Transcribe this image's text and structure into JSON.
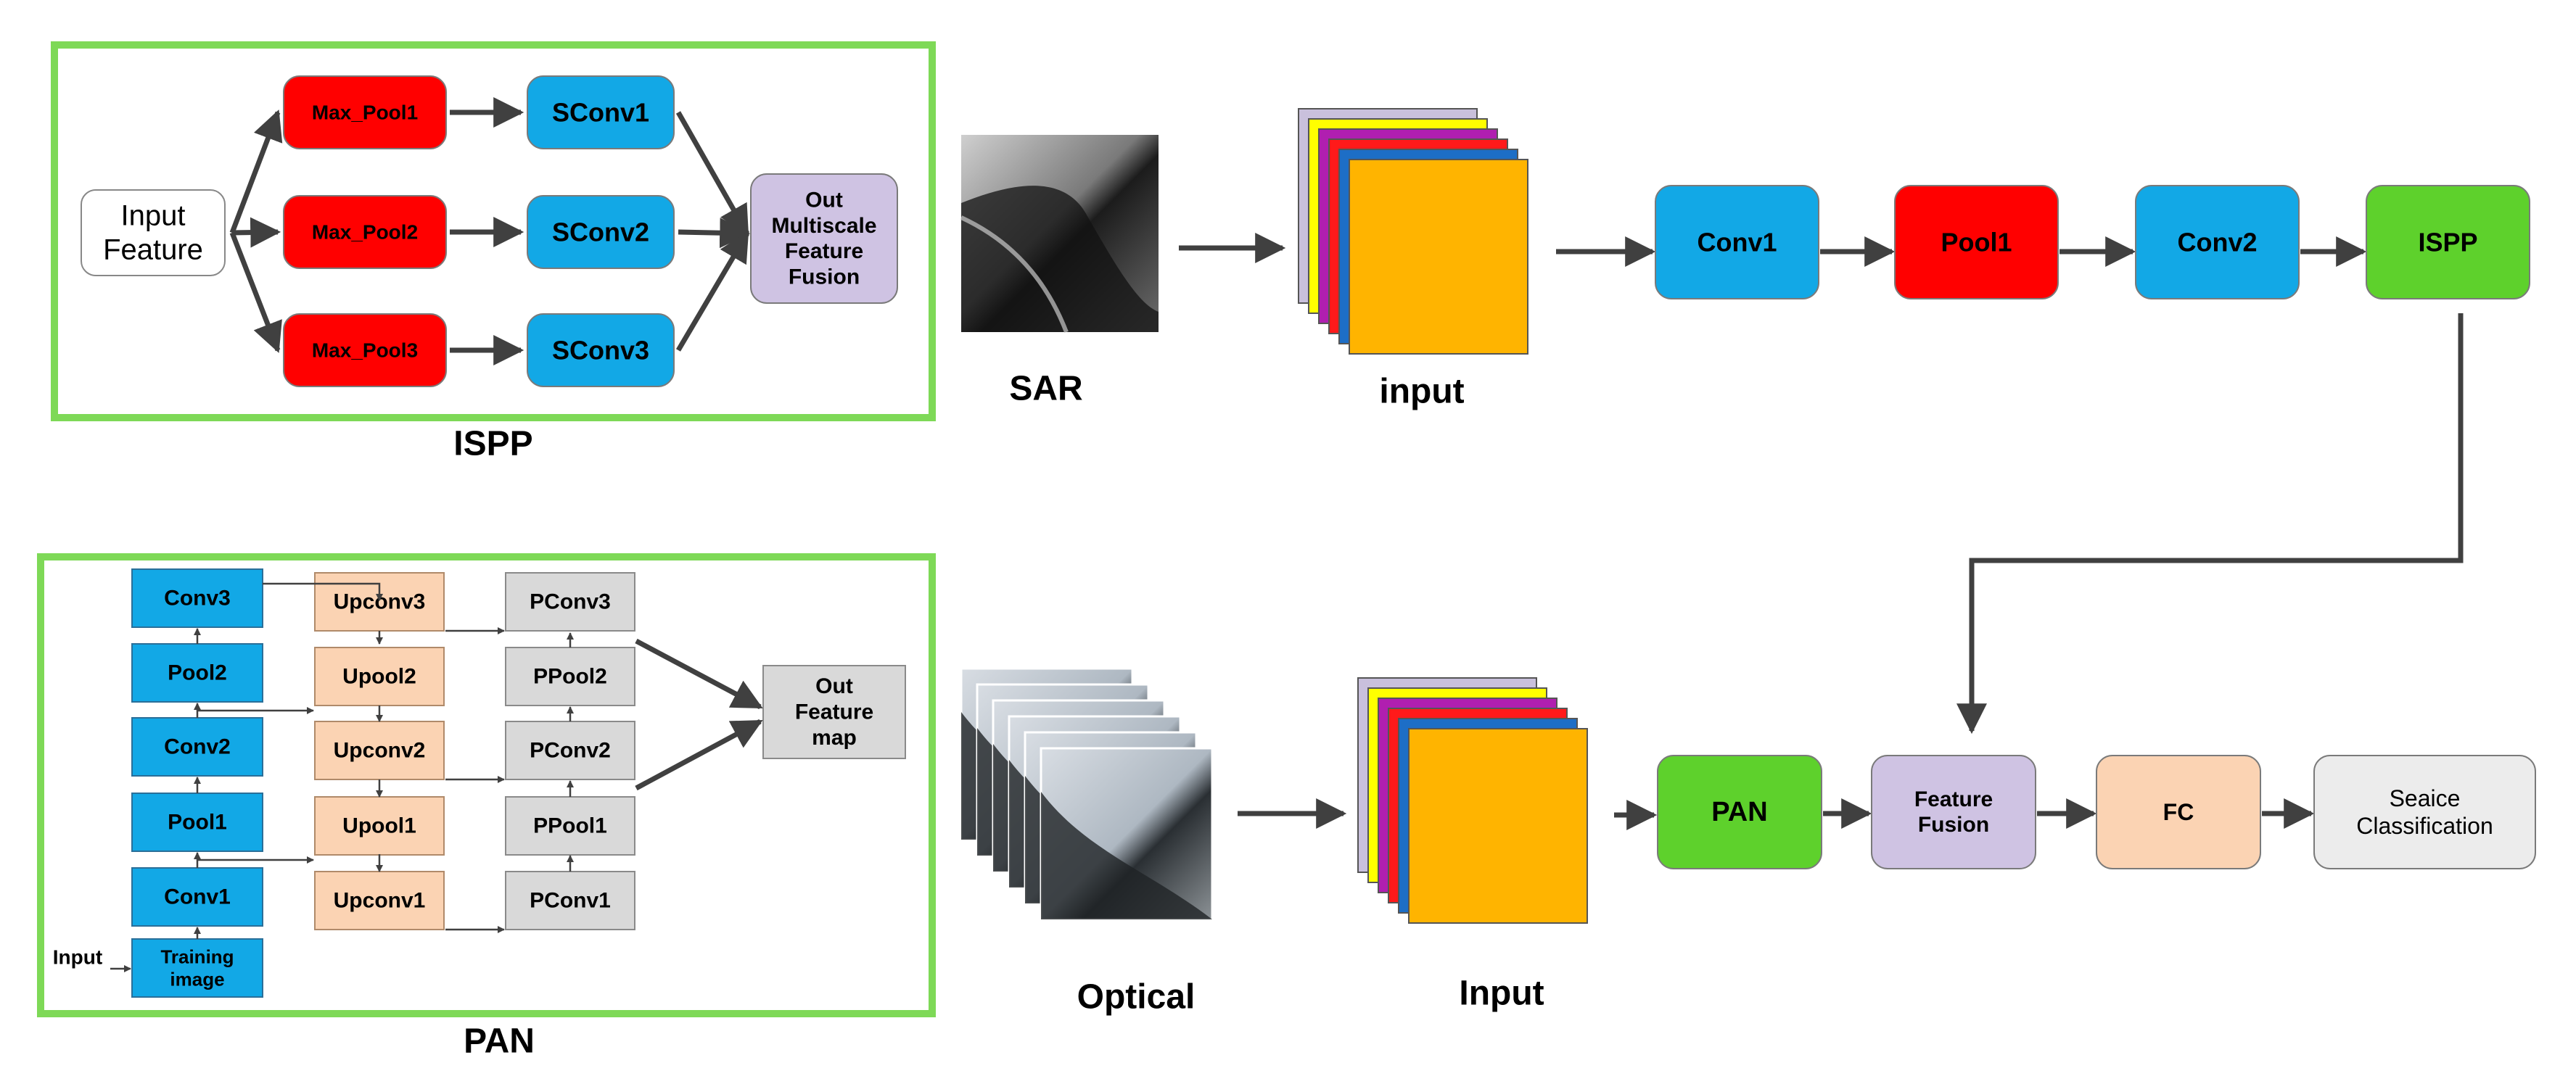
{
  "colors": {
    "frame_green": "#7ed957",
    "pool_red": "#ff0000",
    "conv_blue": "#12a8e6",
    "lavender": "#cfc3e3",
    "peach": "#fbd3b3",
    "gray": "#d9d9d9",
    "green": "#5ed12c",
    "light": "#ececec",
    "arrow": "#404040",
    "stack": [
      "#c9c0dc",
      "#ffff00",
      "#b01fb0",
      "#ff1a1a",
      "#1d6ec6",
      "#ffb400"
    ]
  },
  "ispp_panel": {
    "caption": "ISPP",
    "input_feature": [
      "Input",
      "Feature"
    ],
    "max_pools": [
      "Max_Pool1",
      "Max_Pool2",
      "Max_Pool3"
    ],
    "sconvs": [
      "SConv1",
      "SConv2",
      "SConv3"
    ],
    "output": [
      "Out",
      "Multiscale",
      "Feature",
      "Fusion"
    ]
  },
  "pan_panel": {
    "caption": "PAN",
    "input_label": "Input",
    "encoder": [
      "Conv3",
      "Pool2",
      "Conv2",
      "Pool1",
      "Conv1"
    ],
    "training_image": [
      "Training",
      "image"
    ],
    "decoder": [
      "Upconv3",
      "Upool2",
      "Upconv2",
      "Upool1",
      "Upconv1"
    ],
    "pyramid": [
      "PConv3",
      "PPool2",
      "PConv2",
      "PPool1",
      "PConv1"
    ],
    "output": [
      "Out",
      "Feature",
      "map"
    ]
  },
  "sar_branch": {
    "image_label": "SAR",
    "input_label": "input",
    "steps": [
      "Conv1",
      "Pool1",
      "Conv2",
      "ISPP"
    ]
  },
  "optical_branch": {
    "image_label": "Optical",
    "input_label": "Input",
    "steps": [
      "PAN",
      [
        "Feature",
        "Fusion"
      ],
      "FC",
      [
        "Seaice",
        "Classification"
      ]
    ]
  }
}
